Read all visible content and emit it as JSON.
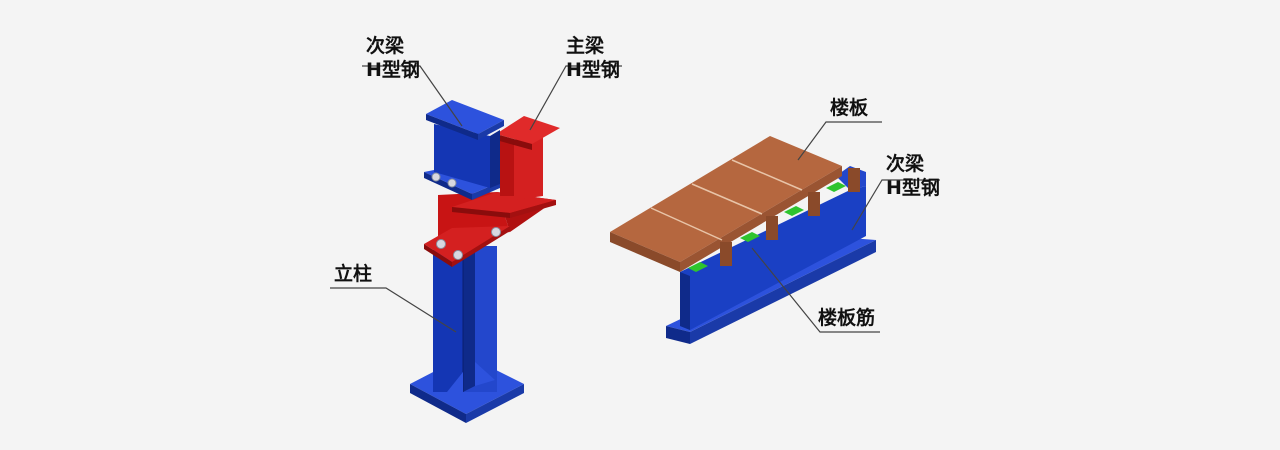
{
  "labels": {
    "secondary_beam_left": {
      "line1": "次梁",
      "line2": "H型钢"
    },
    "main_beam": {
      "line1": "主梁",
      "line2": "H型钢"
    },
    "column": "立柱",
    "floor_slab": "楼板",
    "secondary_beam_right": {
      "line1": "次梁",
      "line2": "H型钢"
    },
    "slab_rib": "楼板筋"
  },
  "colors": {
    "background": "#f4f4f4",
    "column_blue": "#1a3fc0",
    "beam_red": "#c81414",
    "slab_copper": "#b5673f",
    "rib_green": "#2ec42e",
    "bolt": "#d8d8e0",
    "leader_line": "#444444"
  }
}
